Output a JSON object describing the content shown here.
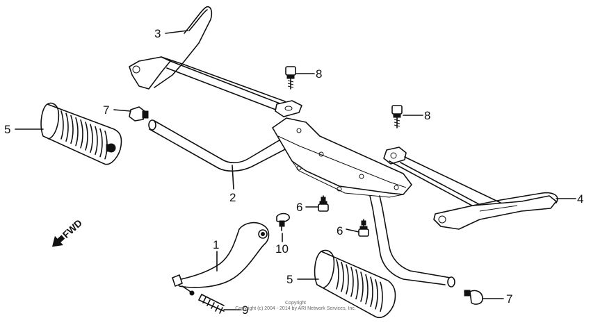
{
  "labels": {
    "step_pedal": "1",
    "step_bar": "2",
    "step_holder_right": "3",
    "step_holder_left": "4",
    "rubber_top_left": "5",
    "rubber_bottom": "5",
    "bolt_6_upper": "6",
    "bolt_6_lower": "6",
    "bolt_7_left": "7",
    "bolt_7_right": "7",
    "bolt_8_upper": "8",
    "bolt_8_right": "8",
    "spring": "9",
    "bolt_10": "10"
  },
  "fwd_text": "FWD",
  "copyright": {
    "line1": "Copyright",
    "line2": "Copyright (c) 2004 - 2014 by ARI Network Services, Inc."
  }
}
